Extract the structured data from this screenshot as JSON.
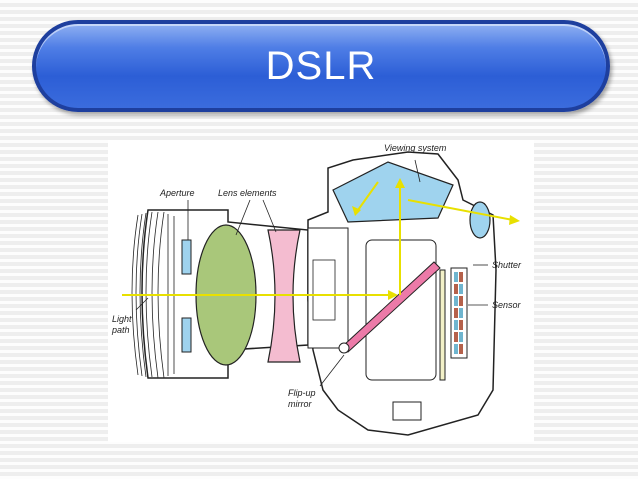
{
  "slide": {
    "title": "DSLR"
  },
  "diagram": {
    "labels": {
      "viewing_system": "Viewing system",
      "aperture": "Aperture",
      "lens_elements": "Lens elements",
      "shutter": "Shutter",
      "sensor": "Sensor",
      "light_path_1": "Light",
      "light_path_2": "path",
      "flip_up_mirror_1": "Flip-up",
      "flip_up_mirror_2": "mirror"
    },
    "colors": {
      "title_bar": "#2c5ed6",
      "light_path": "#e8e000",
      "prism": "#9fd3ee",
      "convex_lens": "#a9c77a",
      "concave_lens": "#f4bcd0",
      "mirror": "#ec7aa8",
      "sensor_pixel_red": "#b5614b",
      "sensor_pixel_blue": "#6fb5cf"
    }
  }
}
